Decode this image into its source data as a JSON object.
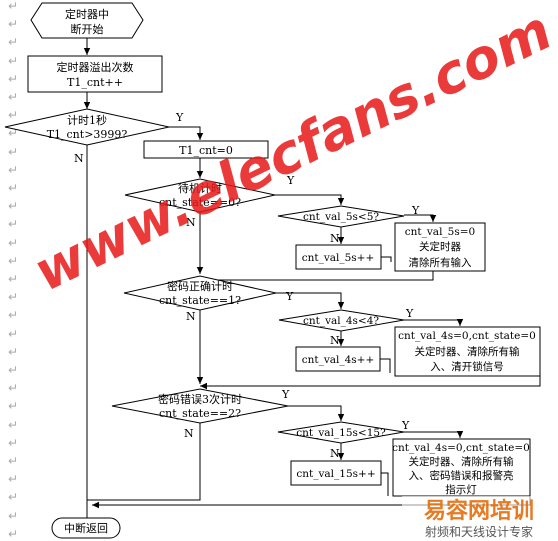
{
  "diagram": {
    "start": [
      "定时器中",
      "断开始"
    ],
    "overflow": [
      "定时器溢出次数",
      "T1_cnt++"
    ],
    "d1": [
      "计时1秒",
      "T1_cnt>3999?"
    ],
    "reset": "T1_cnt=0",
    "d2": [
      "待机计时",
      "cnt_state==0?"
    ],
    "d2a": "cnt_val_5s<5?",
    "inc5": "cnt_val_5s++",
    "act5": [
      "cnt_val_5s=0",
      "关定时器",
      "清除所有输入"
    ],
    "d3": [
      "密码正确计时",
      "cnt_state==1?"
    ],
    "d3a": "cnt_val_4s<4?",
    "inc4": "cnt_val_4s++",
    "act4": [
      "cnt_val_4s=0,cnt_state=0",
      "关定时器、清除所有输",
      "入、清开锁信号"
    ],
    "d4": [
      "密码错误3次计时",
      "cnt_state==2?"
    ],
    "d4a": "cnt_val_15s<15?",
    "inc15": "cnt_val_15s++",
    "act15": [
      "cnt_val_4s=0,cnt_state=0",
      "关定时器、清除所有输",
      "入、密码错误和报警亮",
      "指示灯"
    ],
    "end": "中断返回",
    "yes": "Y",
    "no": "N"
  },
  "watermark": {
    "text": "www.elecfans.com",
    "logo": "易容网培训",
    "logo_sub": "射频和天线设计专家"
  },
  "margin_mark": "↵",
  "colors": {
    "watermark": "#e81818",
    "line": "#000000"
  }
}
